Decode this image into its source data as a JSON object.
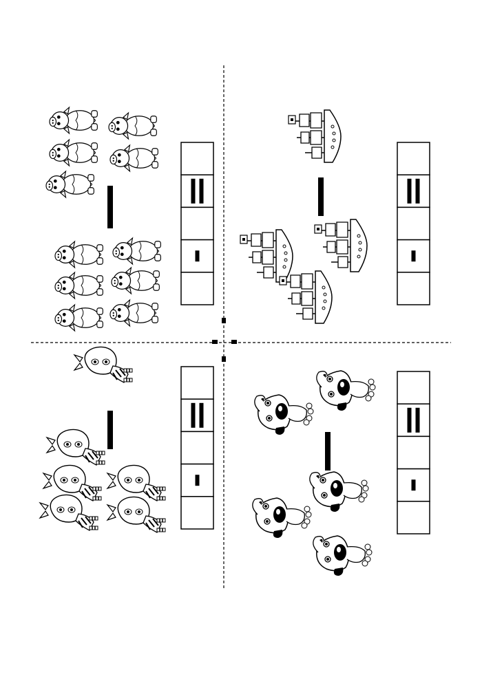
{
  "worksheet": {
    "orientation": "rotated-90",
    "panels": [
      {
        "id": "top-left",
        "picture": "pig-icon",
        "groups": [
          {
            "name": "right-group",
            "count": 6
          },
          {
            "name": "left-group",
            "count": 5
          }
        ],
        "operator": "minus-sign",
        "answer_boxes": 5,
        "box_marks": [
          "",
          "equals-sign",
          "",
          "minus-sign",
          ""
        ]
      },
      {
        "id": "top-right",
        "picture": "ship-icon",
        "groups": [
          {
            "name": "right-group",
            "count": 3
          },
          {
            "name": "left-group",
            "count": 1
          }
        ],
        "operator": "minus-sign",
        "answer_boxes": 5,
        "box_marks": [
          "",
          "equals-sign",
          "",
          "minus-sign",
          ""
        ]
      },
      {
        "id": "bottom-left",
        "picture": "zebra-icon",
        "groups": [
          {
            "name": "right-group",
            "count": 5
          },
          {
            "name": "left-group",
            "count": 1
          }
        ],
        "operator": "minus-sign",
        "answer_boxes": 5,
        "box_marks": [
          "",
          "equals-sign",
          "",
          "minus-sign",
          ""
        ]
      },
      {
        "id": "bottom-right",
        "picture": "dog-icon",
        "groups": [
          {
            "name": "right-group",
            "count": 3
          },
          {
            "name": "left-group",
            "count": 2
          }
        ],
        "operator": "minus-sign",
        "answer_boxes": 5,
        "box_marks": [
          "",
          "equals-sign",
          "",
          "minus-sign",
          ""
        ]
      }
    ],
    "colors": {
      "ink": "#000000",
      "paper": "#ffffff"
    }
  }
}
